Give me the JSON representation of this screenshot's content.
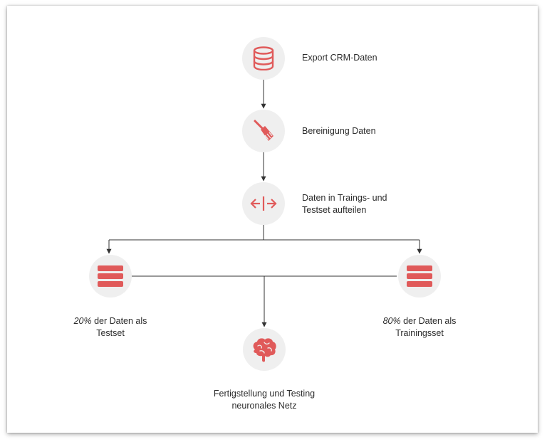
{
  "steps": {
    "export": {
      "label": "Export CRM-Daten",
      "icon": "database-icon"
    },
    "cleanup": {
      "label": "Bereinigung Daten",
      "icon": "broom-icon"
    },
    "split": {
      "line1": "Daten in Traings- und",
      "line2": "Testset aufteilen",
      "icon": "split-arrows-icon"
    },
    "testset": {
      "percent": "20%",
      "line1_rest": " der Daten als",
      "line2": "Testset",
      "icon": "list-bars-icon"
    },
    "trainset": {
      "percent": "80%",
      "line1_rest": " der Daten als",
      "line2": "Trainingsset",
      "icon": "list-bars-icon"
    },
    "final": {
      "line1": "Fertigstellung und Testing",
      "line2": "neuronales Netz",
      "icon": "brain-icon"
    }
  },
  "colors": {
    "accent": "#e05a5a",
    "circle": "#efefef",
    "line": "#333333"
  }
}
